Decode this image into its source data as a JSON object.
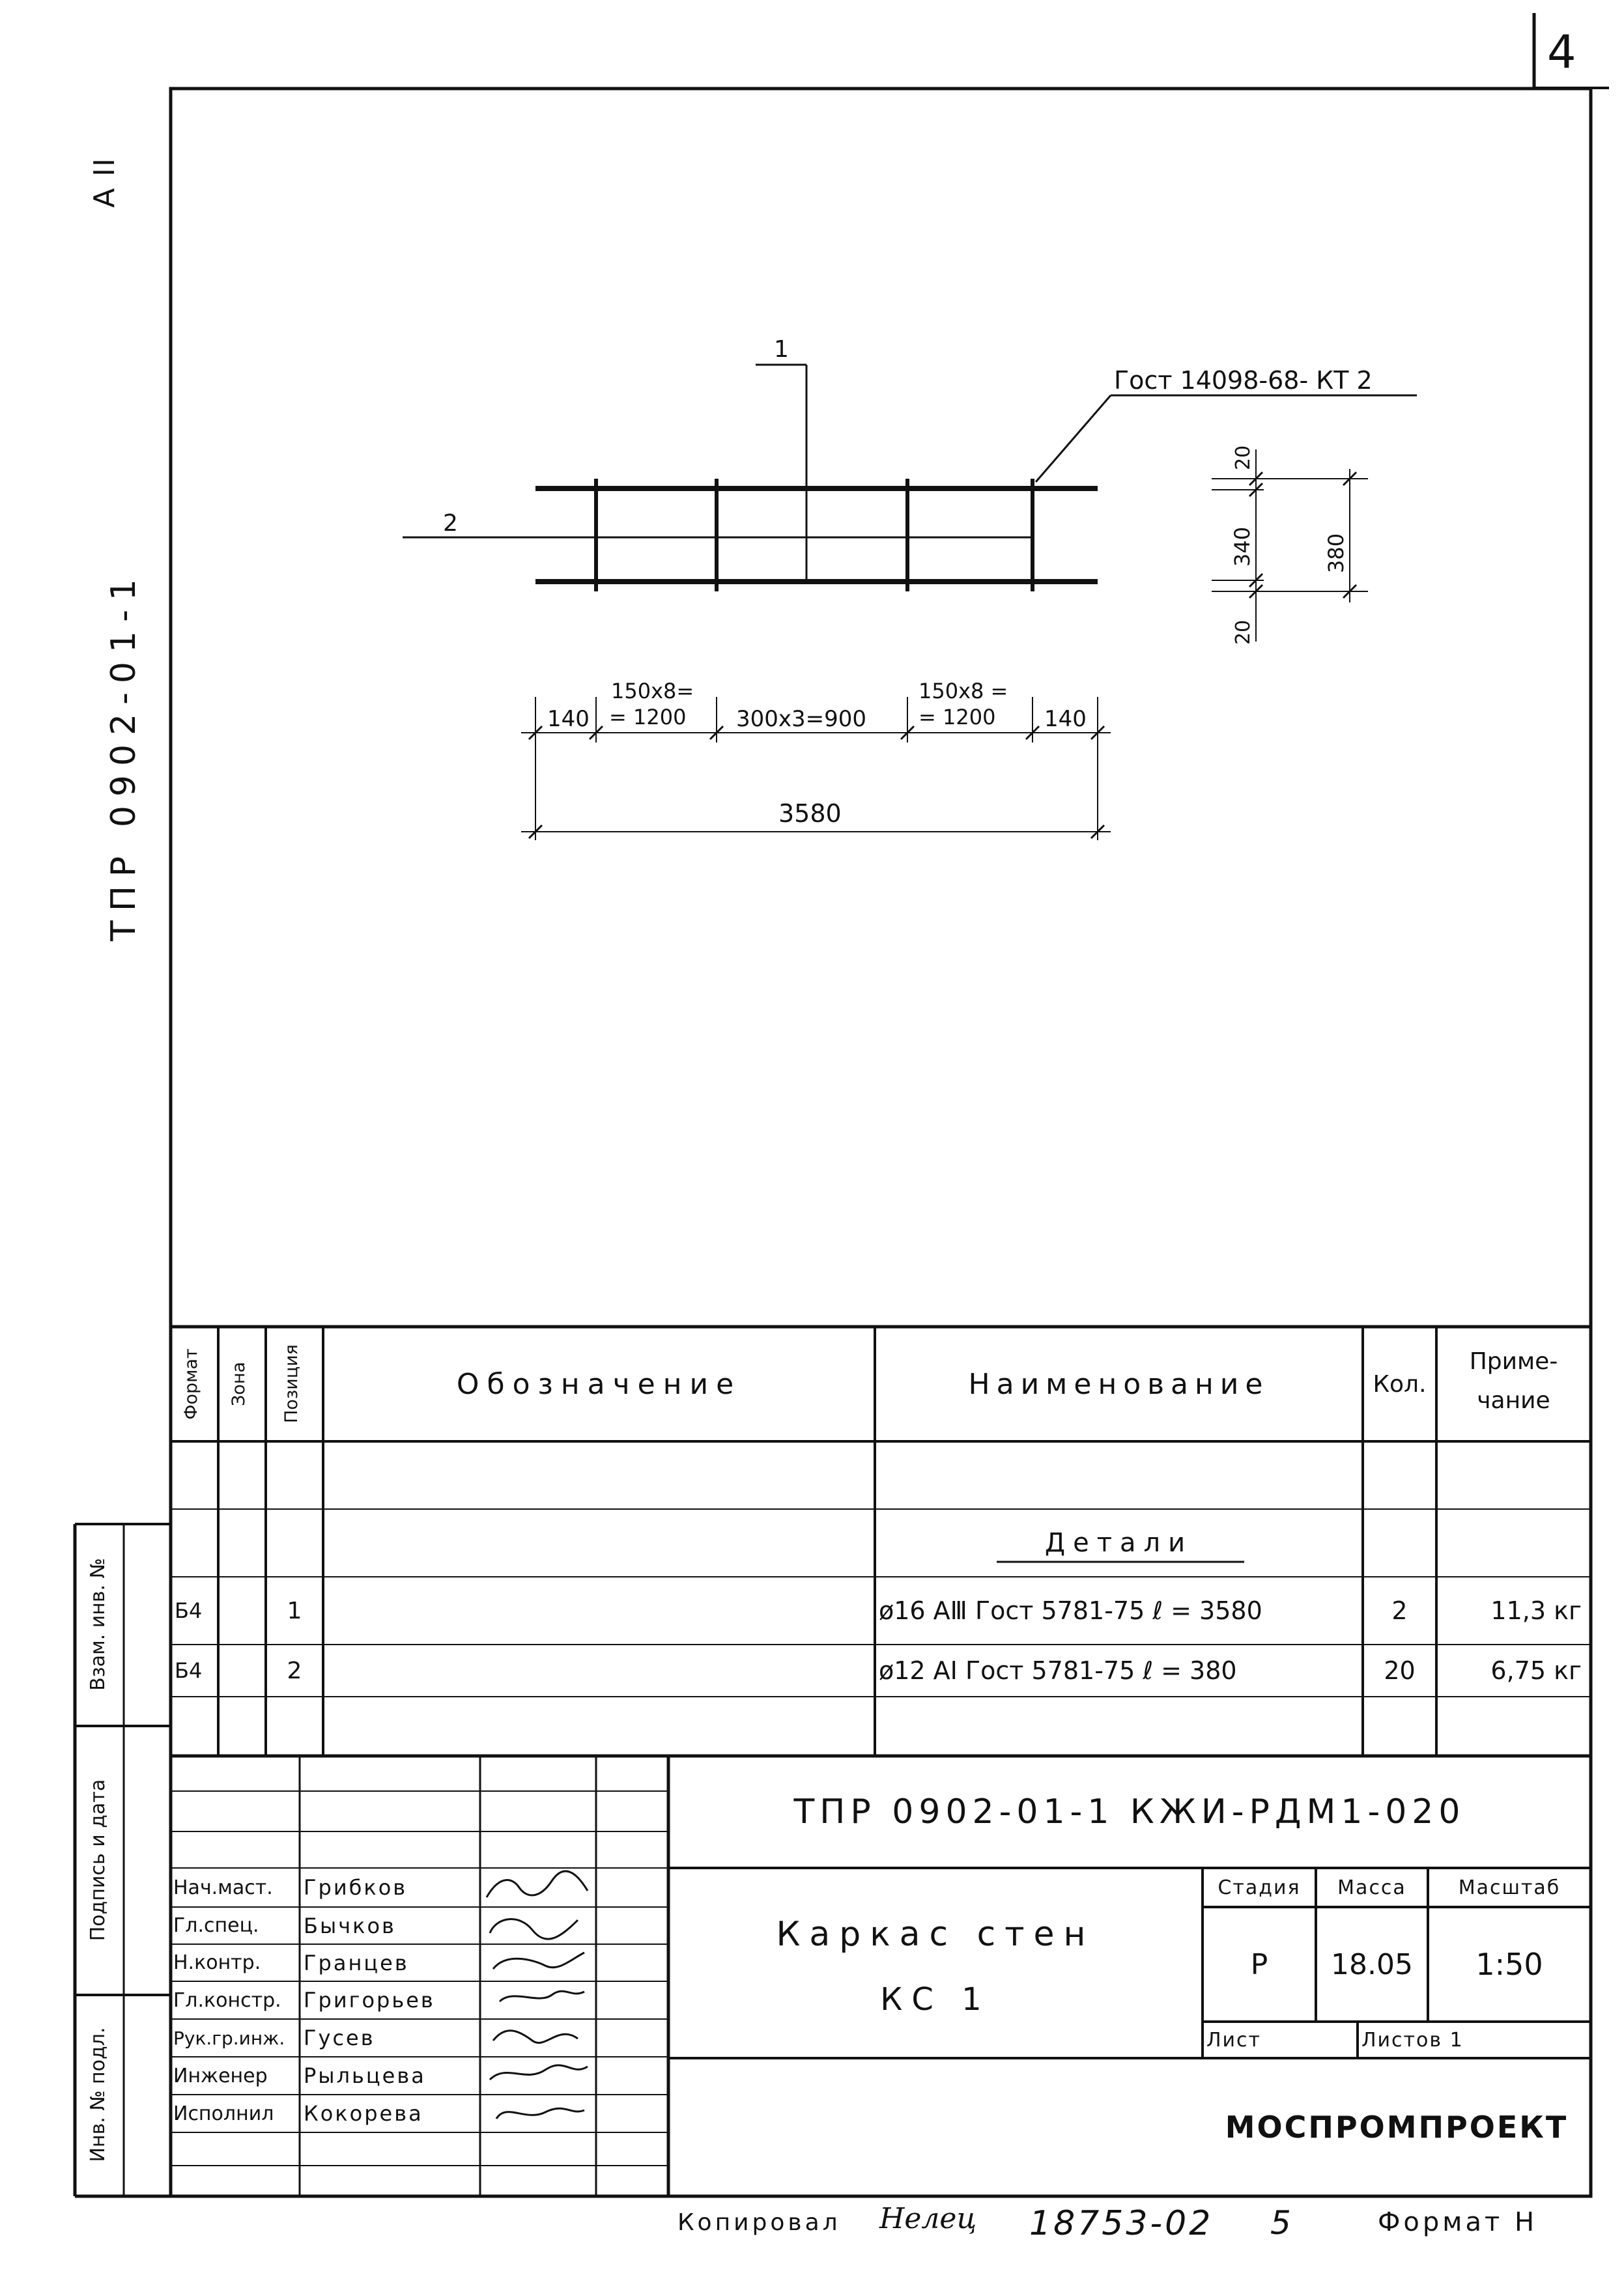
{
  "sheet_number": "4",
  "side_labels": {
    "format_class": "А II",
    "code": "ТПР 0902-01-1"
  },
  "drawing": {
    "leader_1": "1",
    "leader_2": "2",
    "weld_note": "Гост 14098-68- КТ 2",
    "dim_top_20": "20",
    "dim_340": "340",
    "dim_bottom_20": "20",
    "dim_380": "380",
    "dim_140_left": "140",
    "dim_150x8_left_a": "150х8=",
    "dim_150x8_left_b": "= 1200",
    "dim_300x3": "300х3=900",
    "dim_150x8_right_a": "150х8 =",
    "dim_150x8_right_b": "= 1200",
    "dim_140_right": "140",
    "dim_total": "3580"
  },
  "spec_table": {
    "headers": {
      "format": "Формат",
      "zone": "Зона",
      "position": "Позиция",
      "designation": "Обозначение",
      "name": "Наименование",
      "qty": "Кол.",
      "note_a": "Приме-",
      "note_b": "чание"
    },
    "section_title": "Детали",
    "rows": [
      {
        "format": "Б4",
        "position": "1",
        "name": "ø16 АⅢ Гост 5781-75   ℓ = 3580",
        "qty": "2",
        "note": "11,3 кг"
      },
      {
        "format": "Б4",
        "position": "2",
        "name": "ø12 АⅠ  Гост 5781-75   ℓ = 380",
        "qty": "20",
        "note": "6,75 кг"
      }
    ]
  },
  "left_margin": {
    "inv_orig": "Инв. № подл.",
    "sign_date": "Подпись и дата",
    "replaced_inv": "Взам. инв. №"
  },
  "title_block": {
    "doc_code": "ТПР 0902-01-1   КЖИ-РДМ1-020",
    "title_line1": "Каркас стен",
    "title_line2": "КС 1",
    "stage_label": "Стадия",
    "mass_label": "Масса",
    "scale_label": "Масштаб",
    "stage": "Р",
    "mass": "18.05",
    "scale": "1:50",
    "sheet_label": "Лист",
    "sheets_label": "Листов  1",
    "organization": "МОСПРОМПРОЕКТ",
    "staff": [
      {
        "role": "Нач.маст.",
        "name": "Грибков"
      },
      {
        "role": "Гл.спец.",
        "name": "Бычков"
      },
      {
        "role": "Н.контр.",
        "name": "Гранцев"
      },
      {
        "role": "Гл.констр.",
        "name": "Григорьев"
      },
      {
        "role": "Рук.гр.инж.",
        "name": "Гусев"
      },
      {
        "role": "Инженер",
        "name": "Рыльцева"
      },
      {
        "role": "Исполнил",
        "name": "Кокорева"
      }
    ]
  },
  "footer": {
    "copied": "Копировал",
    "copied_sig": "Нелец",
    "number": "18753-02",
    "page": "5",
    "format": "Формат  Н"
  }
}
